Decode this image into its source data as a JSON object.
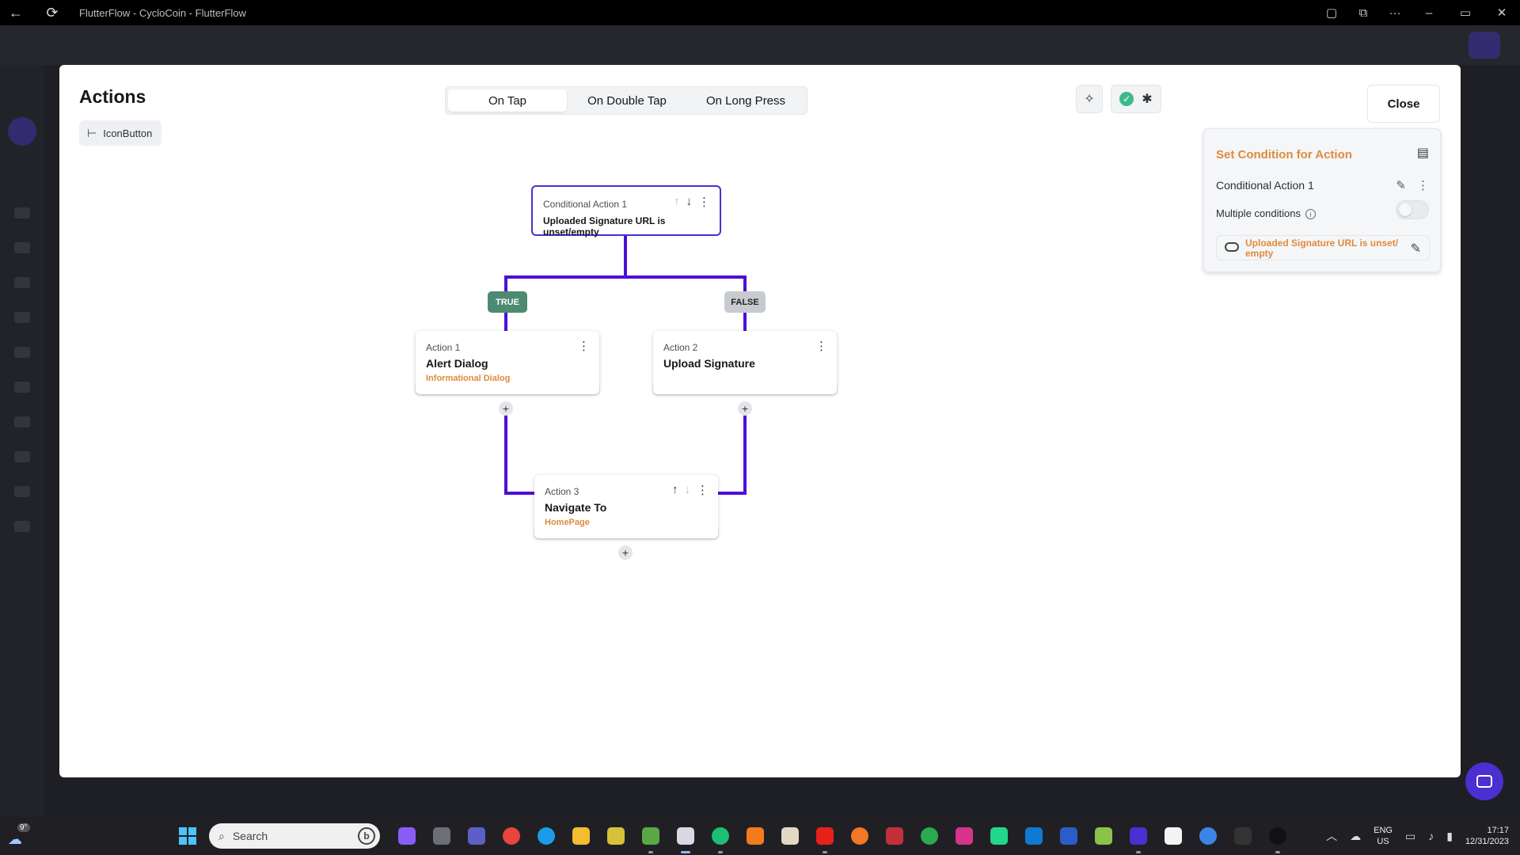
{
  "window": {
    "title": "FlutterFlow - CycloCoin - FlutterFlow"
  },
  "modal": {
    "title": "Actions",
    "widget_chip": "IconButton",
    "tabs": [
      {
        "label": "On Tap",
        "active": true
      },
      {
        "label": "On Double Tap",
        "active": false
      },
      {
        "label": "On Long Press",
        "active": false
      }
    ],
    "close_label": "Close"
  },
  "flow": {
    "conditional": {
      "label": "Conditional Action 1",
      "condition": "Uploaded Signature URL is unset/empty"
    },
    "true_label": "TRUE",
    "false_label": "FALSE",
    "action1": {
      "label": "Action 1",
      "title": "Alert Dialog",
      "subtitle": "Informational Dialog"
    },
    "action2": {
      "label": "Action 2",
      "title": "Upload Signature"
    },
    "action3": {
      "label": "Action 3",
      "title": "Navigate To",
      "subtitle": "HomePage"
    },
    "add_symbol": "+",
    "line_color": "#4b0fd8"
  },
  "panel": {
    "title": "Set Condition for Action",
    "conditional_name": "Conditional Action 1",
    "multiple_conditions_label": "Multiple conditions",
    "multiple_conditions_enabled": false,
    "condition_text": "Uploaded Signature URL is unset/ empty"
  },
  "taskbar": {
    "weather_temp": "9°",
    "search_placeholder": "Search",
    "bing_label": "b",
    "lang_line1": "ENG",
    "lang_line2": "US",
    "time": "17:17",
    "date": "12/31/2023"
  },
  "colors": {
    "accent": "#4b2fd1",
    "orange": "#e08a3c",
    "true_badge": "#4c8a72",
    "false_badge": "#c7cacf"
  }
}
